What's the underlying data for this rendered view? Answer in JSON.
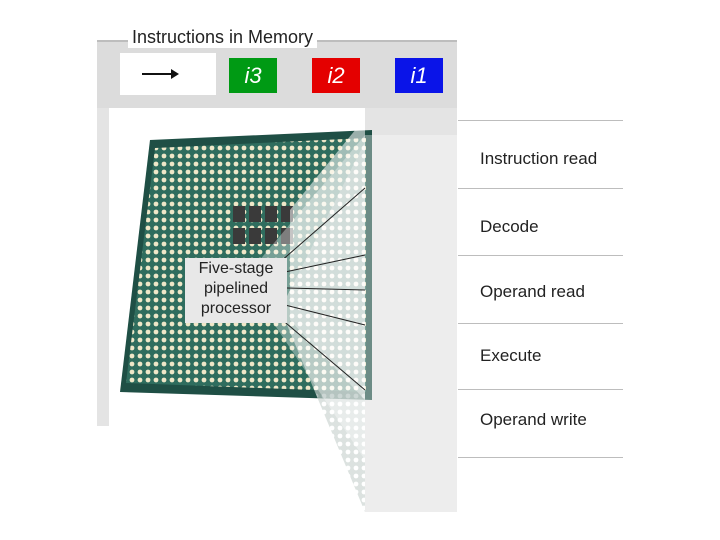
{
  "memory": {
    "title": "Instructions in Memory",
    "instructions": [
      "i3",
      "i2",
      "i1"
    ],
    "colors": {
      "i3": "#009a14",
      "i2": "#e40000",
      "i1": "#0a14e8"
    }
  },
  "processor": {
    "label_lines": [
      "Five-stage",
      "pipelined",
      "processor"
    ]
  },
  "stages": [
    "Instruction read",
    "Decode",
    "Operand read",
    "Execute",
    "Operand write"
  ],
  "icons": {
    "chip": "processor-chip-icon",
    "arrow": "arrow-right-icon"
  }
}
